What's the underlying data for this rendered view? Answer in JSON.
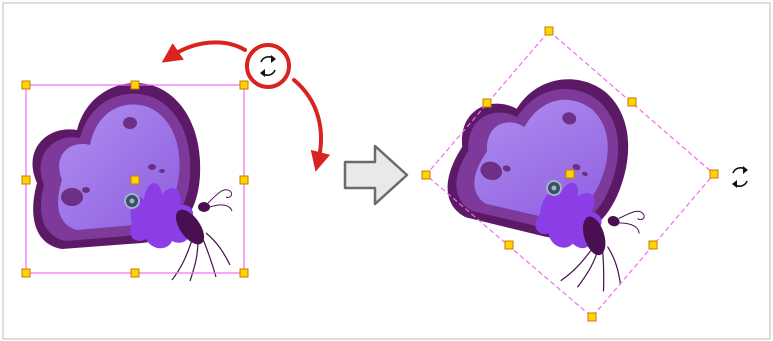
{
  "figure": {
    "caption": "",
    "before": {
      "selection": "bounding-box",
      "state": "unrotated"
    },
    "after": {
      "selection": "bounding-box",
      "state": "rotated",
      "rotation_degrees": 45
    },
    "handles": {
      "fill": "#ffd400",
      "stroke": "#c97a00"
    },
    "bbox_color": "#f06cf0",
    "rotate_arrow_color": "#d9231e",
    "pivot_color": "#3a4f66",
    "icons": {
      "rotate_cursor": "rotate-cursor-icon",
      "step_arrow": "right-arrow-icon",
      "curved_arrow": "curved-rotate-arrow-icon"
    },
    "butterfly_colors": {
      "wing_dark": "#5c1a66",
      "wing_mid": "#7d3a9a",
      "wing_light": "#a07ae0",
      "flower": "#8b3de6",
      "body": "#4a0f50"
    }
  }
}
